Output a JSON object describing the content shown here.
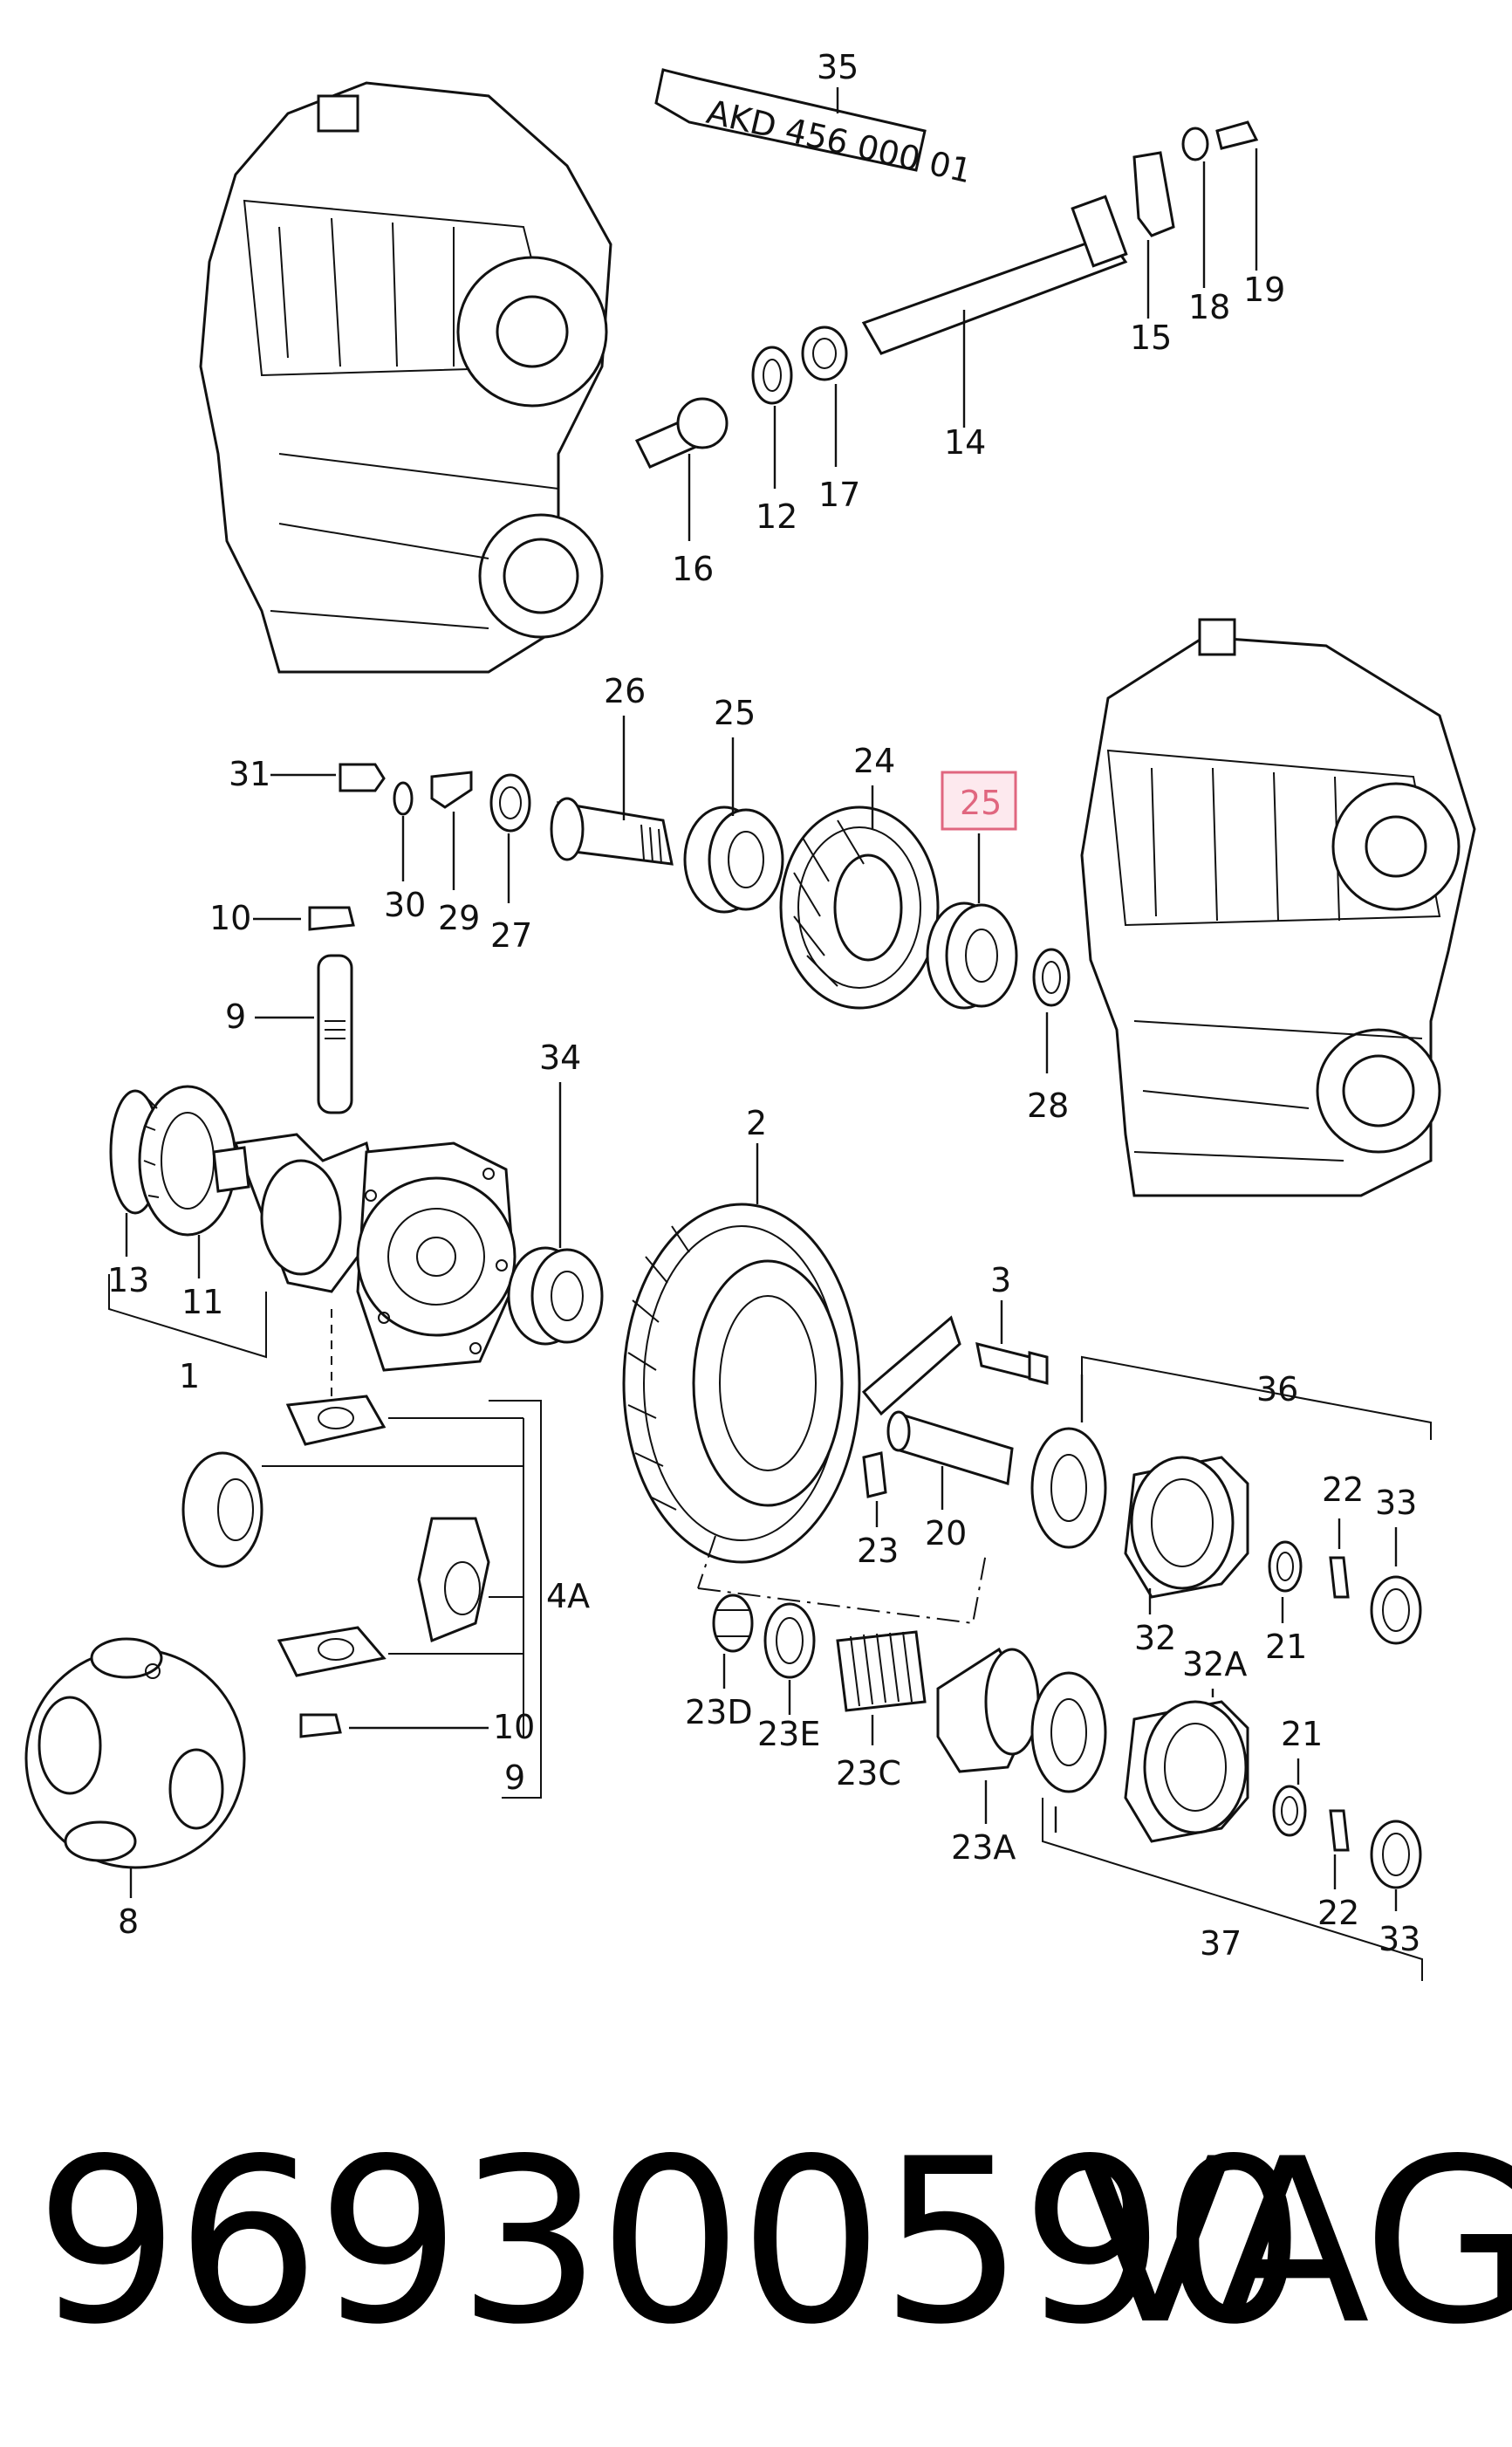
{
  "diagram": {
    "labels": {
      "l35": "35",
      "l19": "19",
      "l18": "18",
      "l15": "15",
      "l14": "14",
      "l17": "17",
      "l12": "12",
      "l16": "16",
      "l26": "26",
      "l25a": "25",
      "l24": "24",
      "l25b": "25",
      "l31": "31",
      "l30": "30",
      "l29": "29",
      "l27": "27",
      "l28": "28",
      "l10a": "10",
      "l9a": "9",
      "l34": "34",
      "l2": "2",
      "l13": "13",
      "l11": "11",
      "l1": "1",
      "l3": "3",
      "l36": "36",
      "l23": "23",
      "l20": "20",
      "l22a": "22",
      "l33a": "33",
      "l4A": "4A",
      "l32": "32",
      "l21a": "21",
      "l10b": "10",
      "l9b": "9",
      "l23D": "23D",
      "l23E": "23E",
      "l23C": "23C",
      "l32A": "32A",
      "l21b": "21",
      "l23A": "23A",
      "l22b": "22",
      "l33b": "33",
      "l37": "37",
      "l8": "8"
    },
    "tube_text": "AKD 456 000 01",
    "highlighted_label": "25"
  },
  "footer": {
    "part_number": "969300590",
    "brand": "VAG"
  }
}
